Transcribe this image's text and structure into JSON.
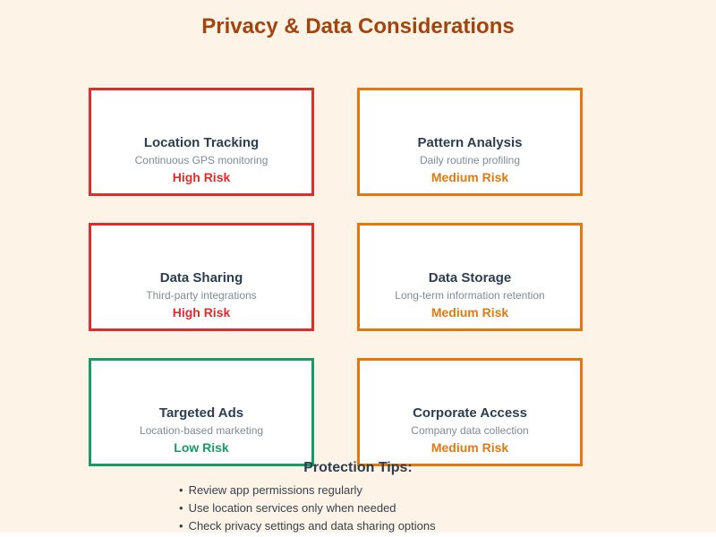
{
  "page": {
    "title": "Privacy & Data Considerations",
    "background_color": "#fdf3e7",
    "title_color": "#a3440d"
  },
  "risk_colors": {
    "high": "#e02c2c",
    "medium": "#e2790f",
    "low": "#169c64"
  },
  "cards": [
    {
      "title": "Location Tracking",
      "subtitle": "Continuous GPS monitoring",
      "risk": "High Risk",
      "level": "high"
    },
    {
      "title": "Pattern Analysis",
      "subtitle": "Daily routine profiling",
      "risk": "Medium Risk",
      "level": "medium"
    },
    {
      "title": "Data Sharing",
      "subtitle": "Third-party integrations",
      "risk": "High Risk",
      "level": "high"
    },
    {
      "title": "Data Storage",
      "subtitle": "Long-term information retention",
      "risk": "Medium Risk",
      "level": "medium"
    },
    {
      "title": "Targeted Ads",
      "subtitle": "Location-based marketing",
      "risk": "Low Risk",
      "level": "low"
    },
    {
      "title": "Corporate Access",
      "subtitle": "Company data collection",
      "risk": "Medium Risk",
      "level": "medium"
    }
  ],
  "tips": {
    "heading": "Protection Tips:",
    "bullet": "•",
    "items": [
      "Review app permissions regularly",
      "Use location services only when needed",
      "Check privacy settings and data sharing options"
    ]
  }
}
